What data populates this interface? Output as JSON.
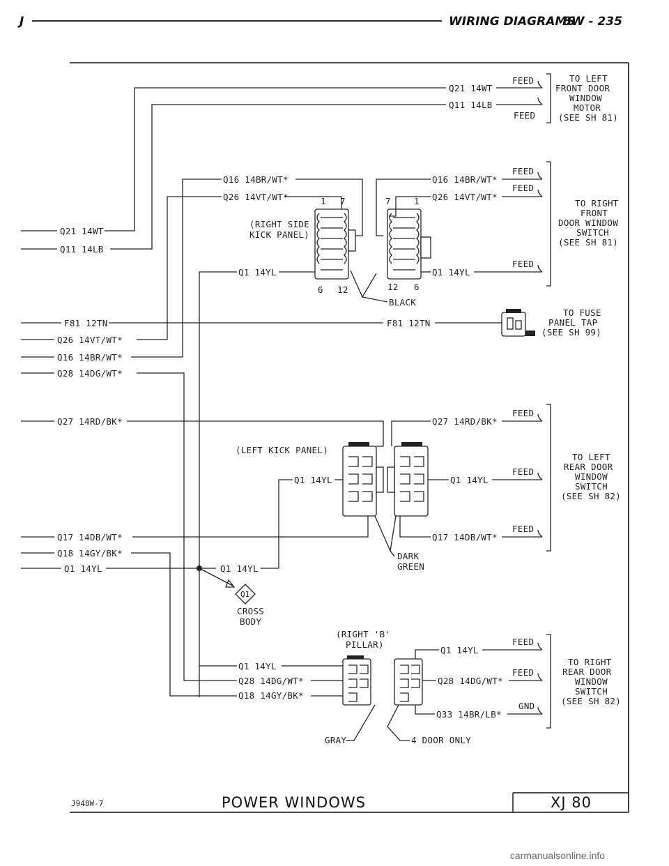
{
  "header": {
    "left_letter": "J",
    "title": "WIRING DIAGRAMS",
    "page": "8W - 235"
  },
  "labels": {
    "q21_14wt": "Q21 14WT",
    "q11_14lb": "Q11 14LB",
    "feed": "FEED",
    "gnd": "GND",
    "q16_14brwt": "Q16 14BR/WT*",
    "q26_14vtwt": "Q26 14VT/WT*",
    "q01_14yl": "Q1 14YL",
    "q27_14rdbk": "Q27 14RD/BK*",
    "q17_14dbwt": "Q17 14DB/WT*",
    "q18_14gybk": "Q18 14GY/BK*",
    "q28_14dgwt": "Q28 14DG/WT*",
    "q33_14brlb": "Q33 14BR/LB*",
    "f81_12tn_left": "F81 12TN",
    "f81_12tn": "F81 12TN",
    "q26_14vtwt_left": "Q26 14VT/WT*",
    "q16_14brwt_left": "Q16 14BR/WT*",
    "q28_14dgwt_left": "Q28 14DG/WT*",
    "right_kick_1": "(RIGHT SIDE",
    "right_kick_2": "KICK PANEL)",
    "left_kick": "(LEFT KICK PANEL)",
    "pin_1": "1",
    "pin_7": "7",
    "pin_6": "6",
    "pin_12": "12",
    "black": "BLACK",
    "dark": "DARK",
    "green": "GREEN",
    "cross": "CROSS",
    "body": "BODY",
    "splice": "Q1",
    "right_b_1": "(RIGHT 'B'",
    "right_b_2": "PILLAR)",
    "gray": "GRAY",
    "four_door": "4 DOOR ONLY"
  },
  "destinations": {
    "left_front_motor": [
      "TO LEFT",
      "FRONT DOOR",
      "WINDOW",
      "MOTOR",
      "(SEE SH 81)"
    ],
    "right_front_switch": [
      "TO RIGHT",
      "FRONT",
      "DOOR WINDOW",
      "SWITCH",
      "(SEE SH 81)"
    ],
    "fuse_panel": [
      "TO FUSE",
      "PANEL TAP",
      "(SEE SH 99)"
    ],
    "left_rear_switch": [
      "TO LEFT",
      "REAR DOOR",
      "WINDOW",
      "SWITCH",
      "(SEE SH 82)"
    ],
    "right_rear_switch": [
      "TO RIGHT",
      "REAR DOOR",
      "WINDOW",
      "SWITCH",
      "(SEE SH 82)"
    ]
  },
  "footer": {
    "code": "J948W-7",
    "title": "POWER WINDOWS",
    "model": "XJ 80"
  },
  "watermark": "carmanualsonline.info"
}
